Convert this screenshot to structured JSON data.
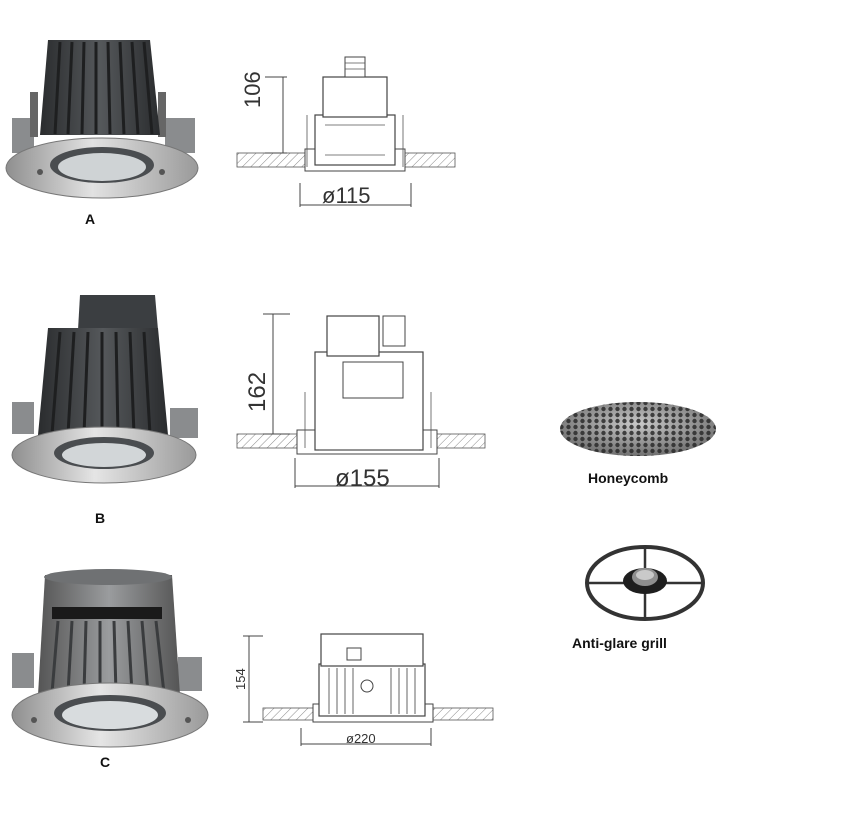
{
  "variants": [
    {
      "label": "A",
      "height_dim": "106",
      "diameter_dim": "ø115"
    },
    {
      "label": "B",
      "height_dim": "162",
      "diameter_dim": "ø155"
    },
    {
      "label": "C",
      "height_dim": "154",
      "diameter_dim": "ø220"
    }
  ],
  "accessories": [
    {
      "label": "Honeycomb"
    },
    {
      "label": "Anti-glare grill"
    }
  ],
  "colors": {
    "housing": "#3a3d40",
    "ring": "#b9b9b9",
    "line": "#444444",
    "hatch": "#777777"
  }
}
